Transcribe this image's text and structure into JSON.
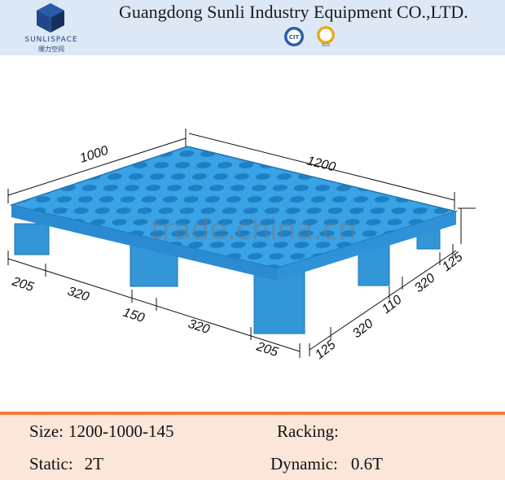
{
  "header": {
    "company": "Guangdong Sunli Industry Equipment CO.,LTD.",
    "logo_text": "SUNLISPACE",
    "logo_sub": "顺力空间",
    "badge_left": "CIT",
    "badge_right": "SGS",
    "colors": {
      "band": "#dde8f6",
      "logo": "#1b3f7a"
    }
  },
  "drawing": {
    "watermark": "trade.china.cn",
    "dimensions": {
      "width_top": "1000",
      "length_top": "1200",
      "front": [
        "205",
        "320",
        "150",
        "320",
        "205"
      ],
      "side": [
        "125",
        "320",
        "110",
        "320",
        "125"
      ]
    },
    "colors": {
      "pallet": "#3aa3e6"
    }
  },
  "specs": {
    "size_label": "Size:",
    "size_value": "1200-1000-145",
    "racking_label": "Racking:",
    "racking_value": "",
    "static_label": "Static:",
    "static_value": "2T",
    "dynamic_label": "Dynamic:",
    "dynamic_value": "0.6T",
    "colors": {
      "band": "#fbe6d9",
      "rule": "#f47a3a"
    }
  }
}
